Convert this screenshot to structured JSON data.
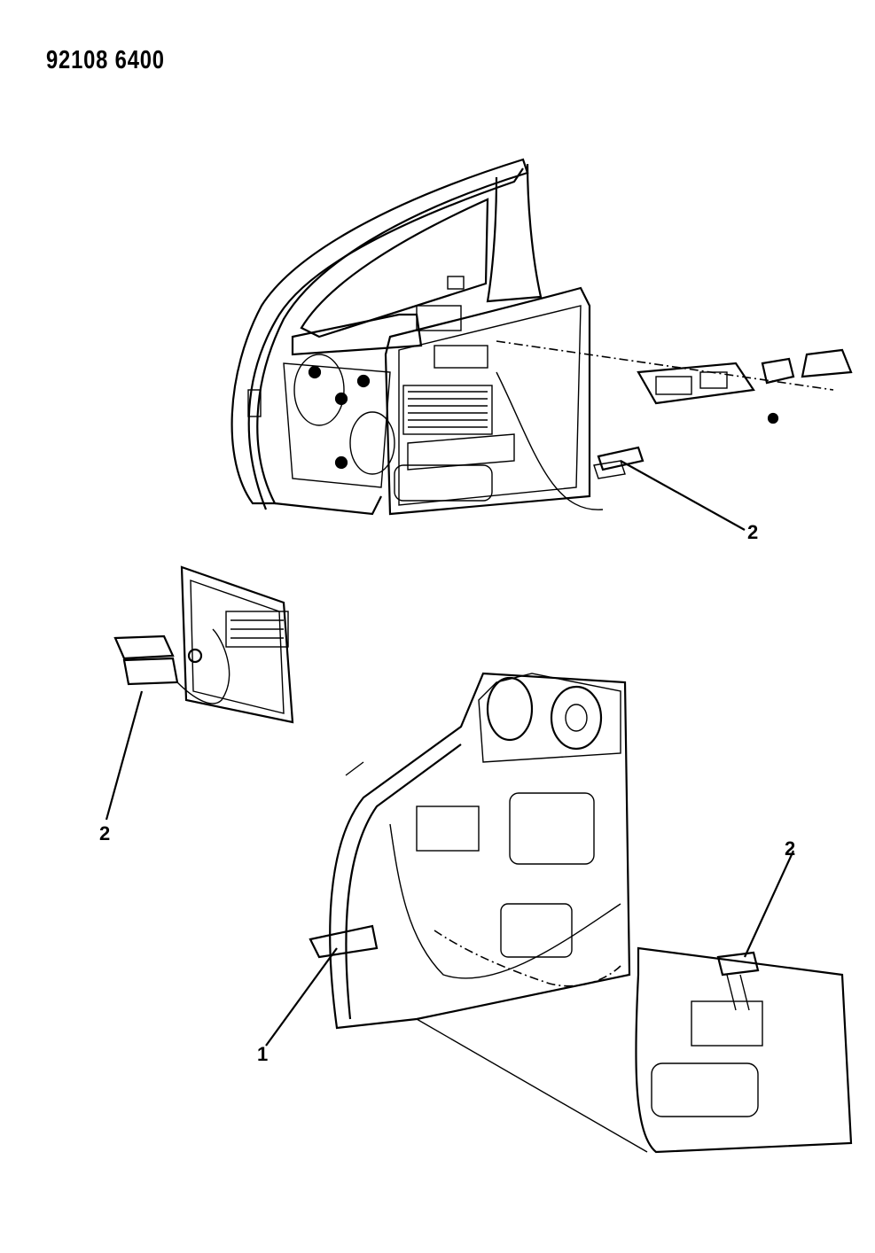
{
  "header": {
    "document_number": "92108 6400"
  },
  "callouts": [
    {
      "id": "callout-top-switch",
      "label": "2"
    },
    {
      "id": "callout-left-switch",
      "label": "2"
    },
    {
      "id": "callout-right-switch",
      "label": "2"
    },
    {
      "id": "callout-harness",
      "label": "1"
    }
  ]
}
